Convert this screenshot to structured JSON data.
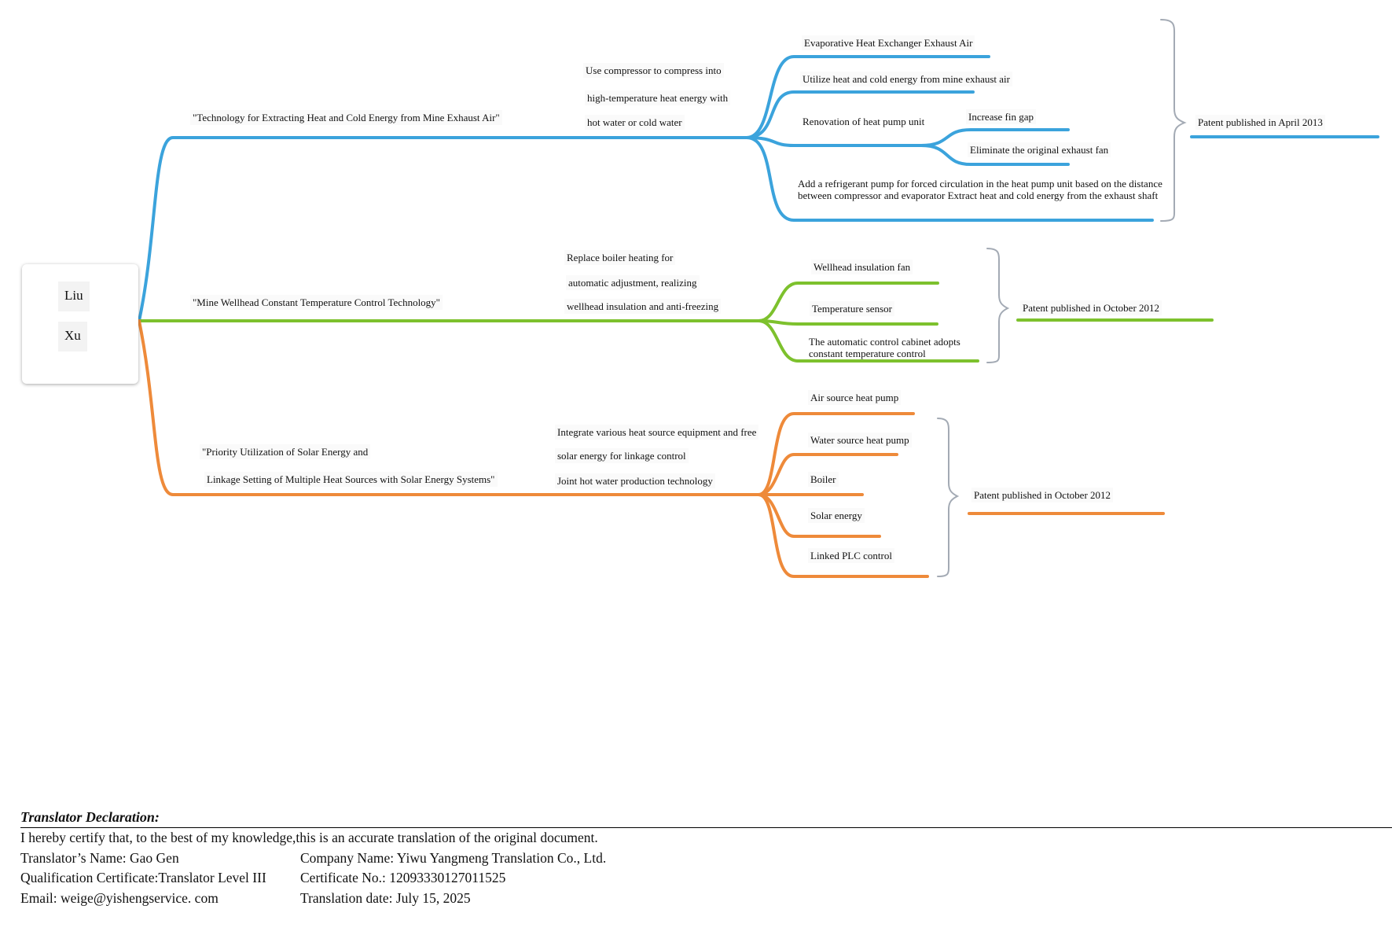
{
  "root": {
    "name_line1": "Liu",
    "name_line2": "Xu"
  },
  "branches": [
    {
      "color": "#3ba3dc",
      "title": "\"Technology for Extracting Heat and Cold Energy from Mine Exhaust Air\"",
      "summary": [
        "Use compressor to compress into",
        "high-temperature heat energy with",
        "hot water or cold water"
      ],
      "items": [
        "Evaporative Heat Exchanger Exhaust Air",
        "Utilize heat and cold energy from mine exhaust air",
        "Renovation of heat pump unit",
        "Add a refrigerant pump for forced circulation in the heat pump unit based on the distance between compressor and evaporator Extract heat and cold energy from the exhaust shaft"
      ],
      "sub_items": [
        "Increase fin gap",
        "Eliminate the original exhaust fan"
      ],
      "note": "Patent published in April 2013"
    },
    {
      "color": "#7dc12d",
      "title": "\"Mine Wellhead Constant Temperature Control Technology\"",
      "summary": [
        "Replace boiler heating for",
        "automatic adjustment, realizing",
        "wellhead insulation and anti-freezing"
      ],
      "items": [
        "Wellhead insulation fan",
        "Temperature sensor",
        "The automatic control cabinet adopts constant temperature control"
      ],
      "note": "Patent published in October 2012"
    },
    {
      "color": "#ee8a3a",
      "title_line1": "\"Priority Utilization of Solar Energy and",
      "title_line2": "Linkage Setting of Multiple Heat Sources with Solar Energy Systems\"",
      "summary": [
        "Integrate various heat source equipment and free",
        "solar energy for linkage control",
        "Joint hot water production technology"
      ],
      "items": [
        "Air source heat pump",
        "Water source heat pump",
        "Boiler",
        "Solar energy",
        "Linked PLC control"
      ],
      "note": "Patent published in October 2012"
    }
  ],
  "declaration": {
    "title": "Translator Declaration:",
    "statement": "I hereby certify that, to the best of my knowledge,this is an accurate translation of the original document.",
    "translator_name": "Translator’s Name: Gao Gen",
    "company_name": "Company Name: Yiwu Yangmeng Translation Co., Ltd.",
    "qualification": "Qualification Certificate:Translator Level III",
    "certificate_no": "Certificate No.: 12093330127011525",
    "email": "Email: weige@yishengservice. com",
    "date": "Translation date: July 15, 2025"
  }
}
